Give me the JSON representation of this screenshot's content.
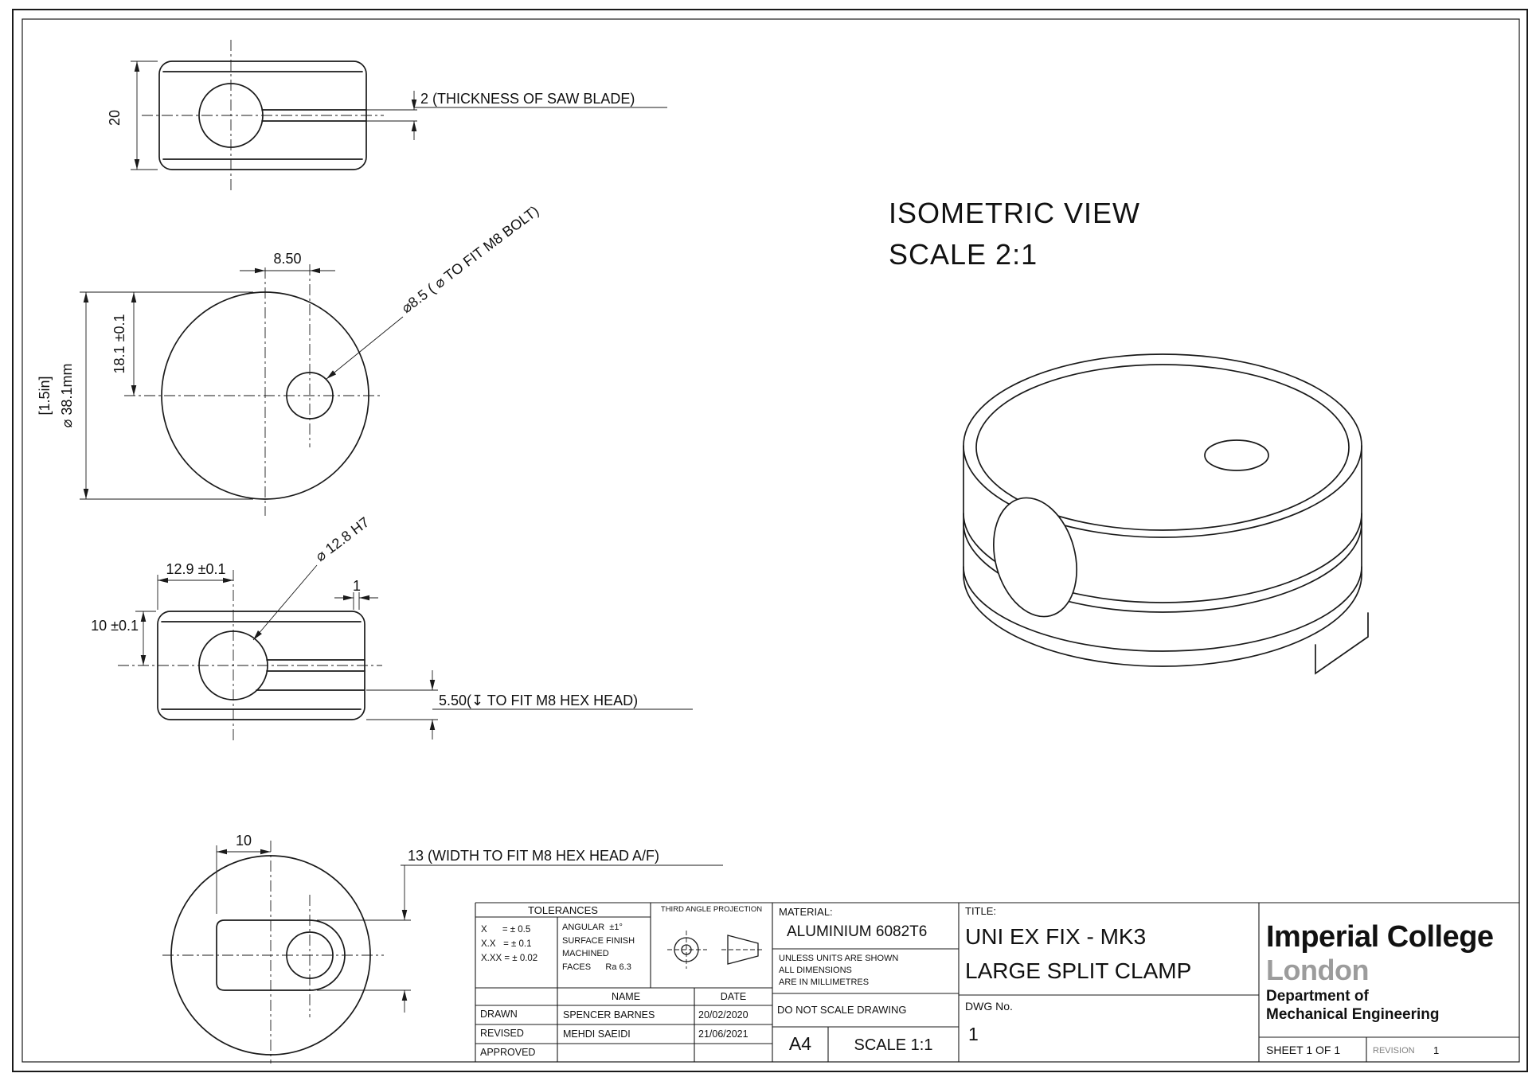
{
  "drawing": {
    "isometric_label": {
      "line1": "ISOMETRIC VIEW",
      "line2": "SCALE 2:1"
    },
    "dimensions": {
      "front_height": "20",
      "saw_blade_note": "2 (THICKNESS OF SAW BLADE)",
      "bolt_hole_offset": "8.50",
      "bolt_hole_note": "⌀8.5 ( ⌀ TO FIT M8 BOLT)",
      "bolt_hole_height": "18.1 ±0.1",
      "outer_dia_inch": "[1.5in]",
      "outer_dia_mm": "⌀ 38.1mm",
      "bore_center_offset": "12.9 ±0.1",
      "bore_dia_note": "⌀ 12.8 H7",
      "edge_land": "1",
      "bore_center_height": "10 ±0.1",
      "hex_pocket_depth": "5.50(↧ TO FIT M8 HEX HEAD)",
      "pocket_offset": "10",
      "hex_pocket_width": "13 (WIDTH TO FIT M8 HEX HEAD A/F)"
    }
  },
  "title_block": {
    "tolerances": {
      "header": "TOLERANCES",
      "linear": "X      = ± 0.5\nX.X   = ± 0.1\nX.XX = ± 0.02",
      "angular_surface": "ANGULAR  ±1°\nSURFACE FINISH\nMACHINED\nFACES      Ra 6.3"
    },
    "projection_label": "THIRD ANGLE PROJECTION",
    "approvals": {
      "name_header": "NAME",
      "date_header": "DATE",
      "drawn_label": "DRAWN",
      "drawn_name": "SPENCER BARNES",
      "drawn_date": "20/02/2020",
      "revised_label": "REVISED",
      "revised_name": "MEHDI SAEIDI",
      "revised_date": "21/06/2021",
      "approved_label": "APPROVED"
    },
    "material_label": "MATERIAL:",
    "material_value": "ALUMINIUM 6082T6",
    "units_note": "UNLESS UNITS ARE SHOWN\nALL DIMENSIONS\nARE IN MILLIMETRES",
    "no_scale_note": "DO NOT SCALE DRAWING",
    "sheet_size": "A4",
    "scale": "SCALE 1:1",
    "title_label": "TITLE:",
    "title_line1": "UNI EX FIX - MK3",
    "title_line2": "LARGE SPLIT CLAMP",
    "dwg_label": "DWG No.",
    "dwg_number": "1",
    "organization": {
      "name1": "Imperial College",
      "name2": "London",
      "dept_line1": "Department of",
      "dept_line2": "Mechanical Engineering",
      "brand_gray": "#9c9c9c"
    },
    "sheet_label": "SHEET 1 OF 1",
    "revision_label": "REVISION",
    "revision_value": "1"
  }
}
